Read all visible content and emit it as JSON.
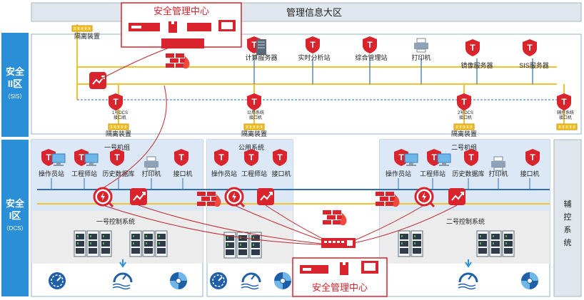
{
  "header": {
    "title": "管理信息大区"
  },
  "zones": {
    "sis": {
      "label_line1": "安全",
      "label_line2": "II区",
      "label_sub": "（SIS）"
    },
    "dcs": {
      "label_line1": "安全",
      "label_line2": "I区",
      "label_sub": "（DCS）"
    }
  },
  "security_center": {
    "label": "安全管理中心"
  },
  "isolation": {
    "label": "隔离装置"
  },
  "sis_nodes": [
    {
      "label": "计算服务器"
    },
    {
      "label": "实时分析站"
    },
    {
      "label": "综合管理站"
    },
    {
      "label": "打印机"
    },
    {
      "label": "镜像服务器"
    },
    {
      "label": "SIS服务器"
    }
  ],
  "interface_nodes": [
    {
      "label_line1": "1号DCS",
      "label_line2": "接口机"
    },
    {
      "label_line1": "公用系统",
      "label_line2": "接口机"
    },
    {
      "label_line1": "2号DCS",
      "label_line2": "接口机"
    },
    {
      "label_line1": "辅控系统",
      "label_line2": "接口机"
    }
  ],
  "units": {
    "unit1": {
      "title": "一号机组",
      "control": "一号控制系统"
    },
    "common": {
      "title": "公用系统"
    },
    "unit2": {
      "title": "二号机组",
      "control": "二号控制系统"
    }
  },
  "stations": {
    "operator": "操作员站",
    "engineer": "工程师站",
    "history": "历史数据库",
    "printer": "打印机",
    "interface": "接口机"
  },
  "aux": {
    "label": "辅控系统"
  },
  "colors": {
    "zone_label_bg": "#2a8fd6",
    "bus_yellow": "#f2c12e",
    "bus_blue": "#2e6fb8",
    "accent_red": "#d9232d",
    "line_red": "#c0282d",
    "panel_blue": "#dce8f5",
    "panel_gray": "#ececec"
  }
}
